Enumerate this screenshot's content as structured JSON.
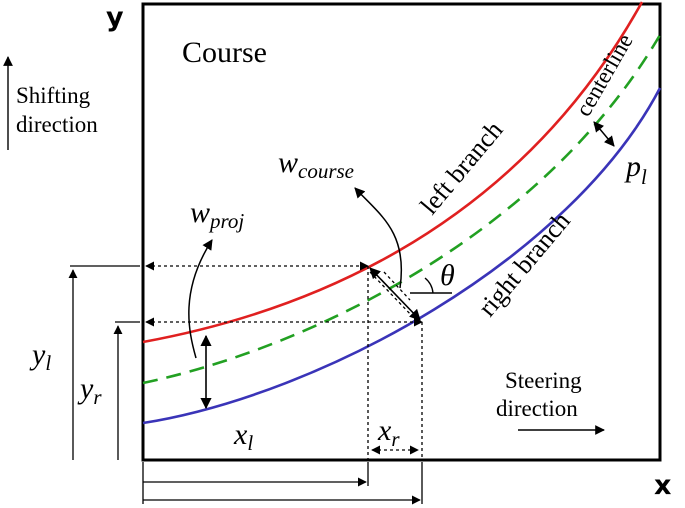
{
  "axes": {
    "x": "x",
    "y": "y"
  },
  "labels": {
    "course": "Course",
    "shifting_line1": "Shifting",
    "shifting_line2": "direction",
    "steering_line1": "Steering",
    "steering_line2": "direction",
    "left_branch": "left branch",
    "right_branch": "right branch",
    "centerline": "centerline",
    "theta": "θ"
  },
  "symbols": {
    "w_course": {
      "base": "w",
      "sub": "course"
    },
    "w_proj": {
      "base": "w",
      "sub": "proj"
    },
    "p_l": {
      "base": "p",
      "sub": "l"
    },
    "y_l": {
      "base": "y",
      "sub": "l"
    },
    "y_r": {
      "base": "y",
      "sub": "r"
    },
    "x_l": {
      "base": "x",
      "sub": "l"
    },
    "x_r": {
      "base": "x",
      "sub": "r"
    }
  },
  "colors": {
    "left_branch": "#e02020",
    "right_branch": "#3a34b8",
    "centerline": "#22a022",
    "frame": "#000000"
  }
}
